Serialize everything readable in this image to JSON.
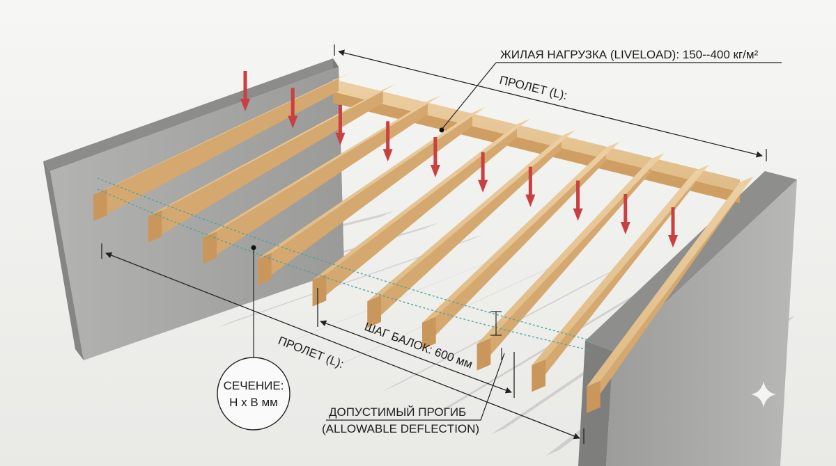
{
  "labels": {
    "live_load": "ЖИЛАЯ НАГРУЗКА (LIVELOAD): 150--400 кг/м²",
    "span_top": "ПРОЛЕТ (L):",
    "span_bottom": "ПРОЛЕТ (L):",
    "spacing": "ШАГ БАЛОК: 600 мм",
    "section_title": "СЕЧЕНИЕ:",
    "section_dims": "H x B мм",
    "deflection_ru": "ДОПУСТИМЫЙ ПРОГИБ",
    "deflection_en": "(ALLOWABLE DEFLECTION)"
  },
  "diagram": {
    "beam_count": 10,
    "load_arrow_count": 10
  },
  "colors": {
    "wood_top": "#e6c79a",
    "wood_side": "#d4a86f",
    "wood_end": "#c9975c",
    "concrete_face": "#a4a4a4",
    "concrete_top": "#8e8e8e",
    "concrete_side": "#7c7c7c",
    "arrow": "#c94040",
    "deflection_line": "#4aa3a0",
    "dim_line": "#222222"
  },
  "icons": {
    "watermark": "sparkle-icon"
  }
}
